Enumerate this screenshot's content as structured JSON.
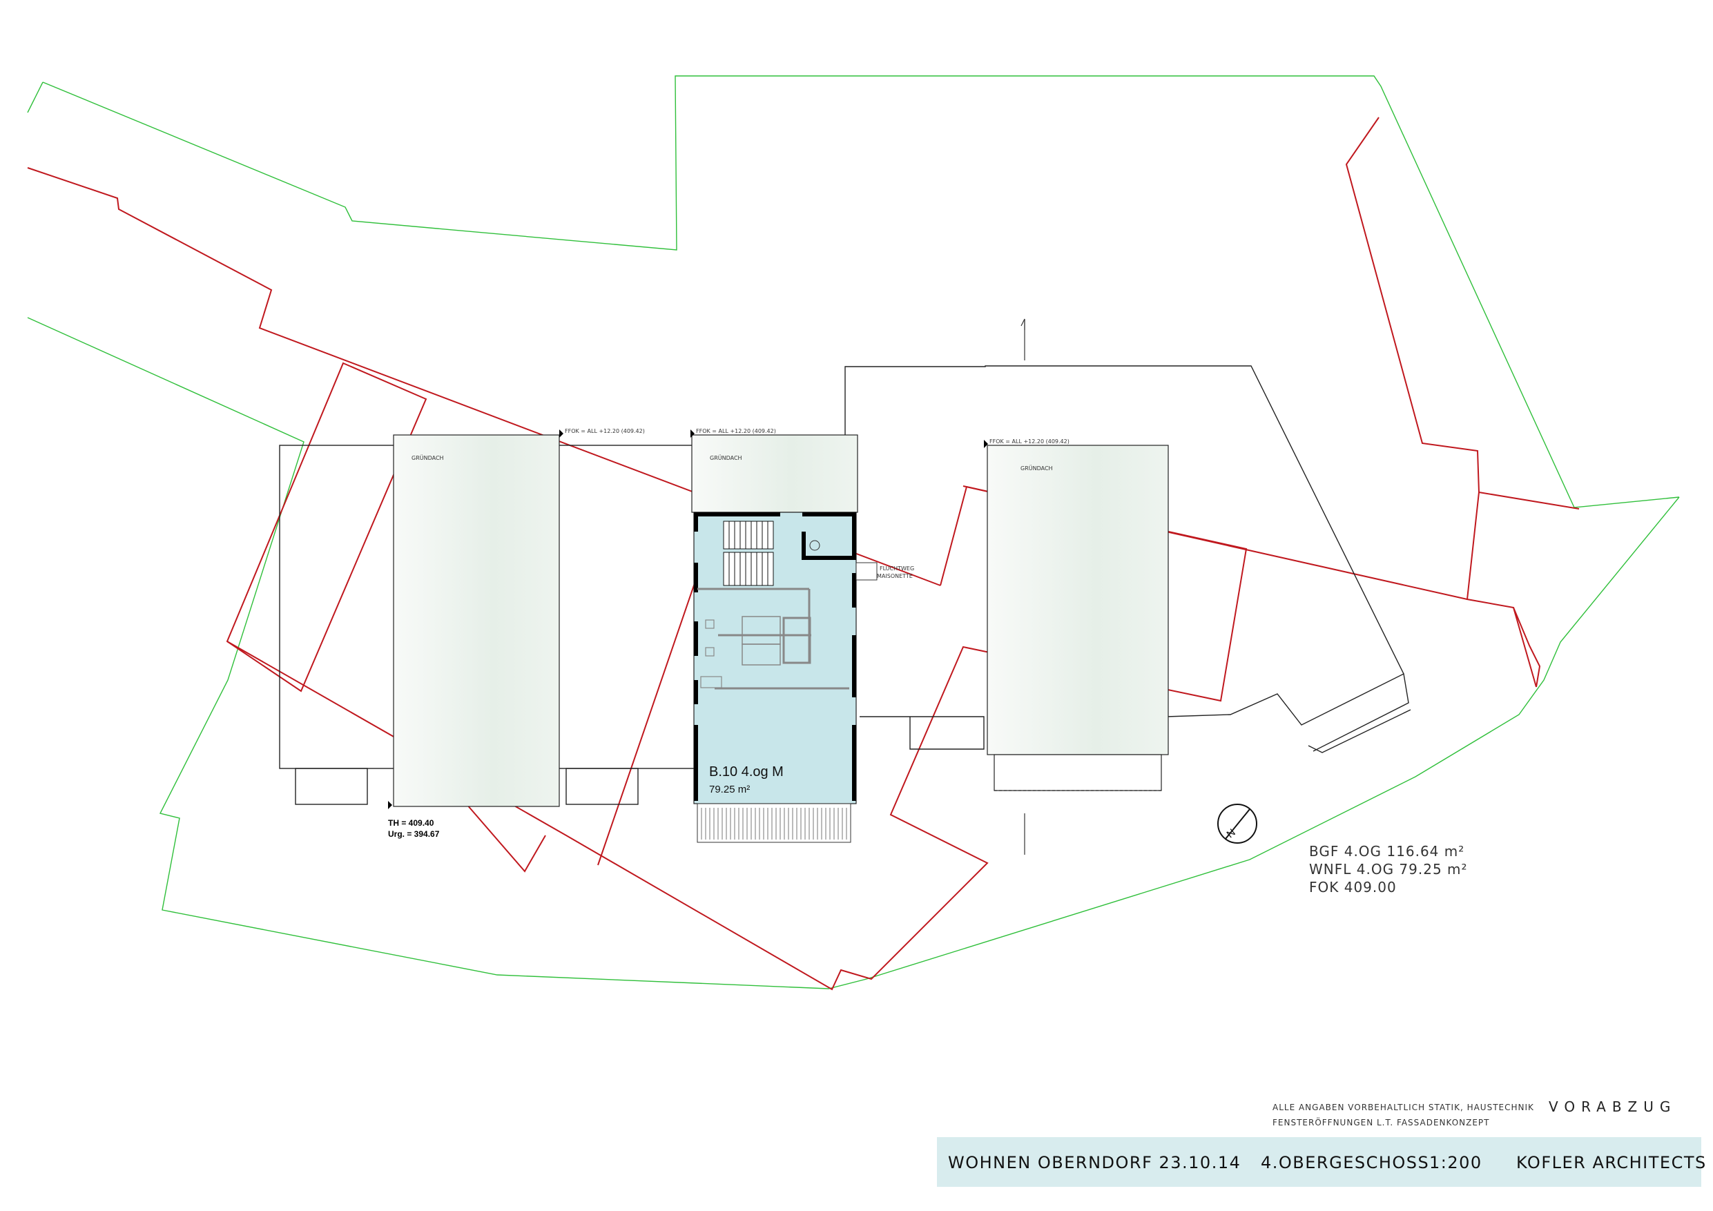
{
  "labels": {
    "gruendach": "GRÜNDACH",
    "ffok_left": "FFOK = ALL +12.20 (409.42)",
    "ffok_mid": "FFOK = ALL +12.20 (409.42)",
    "ffok_right": "FFOK = ALL +12.20 (409.42)",
    "fluchtweg_1": "FLUCHTWEG",
    "fluchtweg_2": "MAISONETTE",
    "unit_name": "B.10 4.og M",
    "unit_area": "79.25 m²",
    "th_line": "TH = 409.40",
    "urg_line": "Urg. = 394.67",
    "north": "N"
  },
  "stats": {
    "bgf": "BGF 4.OG 116.64 m²",
    "wnfl": "WNFL 4.OG 79.25 m²",
    "fok": "FOK 409.00"
  },
  "notes": {
    "line1": "ALLE ANGABEN VORBEHALTLICH STATIK, HAUSTECHNIK",
    "line2": "FENSTERÖFFNUNGEN L.T. FASSADENKONZEPT",
    "stamp": "VORABZUG"
  },
  "title_block": {
    "project": "WOHNEN OBERNDORF 23.10.14",
    "floor": "4.OBERGESCHOSS",
    "scale": "1:200",
    "office": "KOFLER ARCHITECTS"
  },
  "colors": {
    "plot_boundary": "#2fbf3a",
    "building_line": "#c0181e",
    "unit_fill": "#c8e6ea",
    "title_band": "#d8ecee"
  }
}
